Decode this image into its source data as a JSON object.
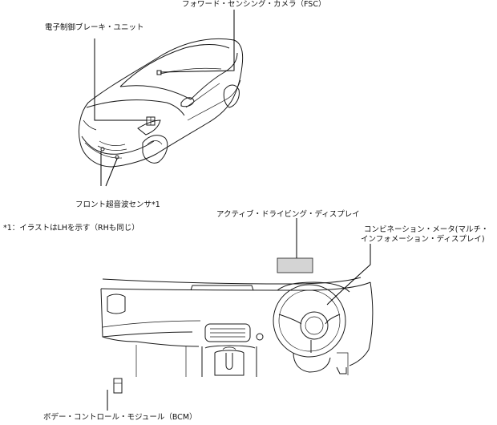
{
  "labels": {
    "fsc": "フォワード・センシング・カメラ（FSC）",
    "ebcu": "電子制御ブレーキ・ユニット",
    "front_sensor": "フロント超音波センサ*1",
    "note": "*1：イラストはLHを示す（RHも同じ）",
    "ads": "アクティブ・ドライビング・ディスプレイ",
    "meter_line1": "コンビネーション・メータ(マルチ・",
    "meter_line2": "インフォメーション・ディスプレイ)",
    "bcm": "ボデー・コントロール・モジュール（BCM）"
  }
}
